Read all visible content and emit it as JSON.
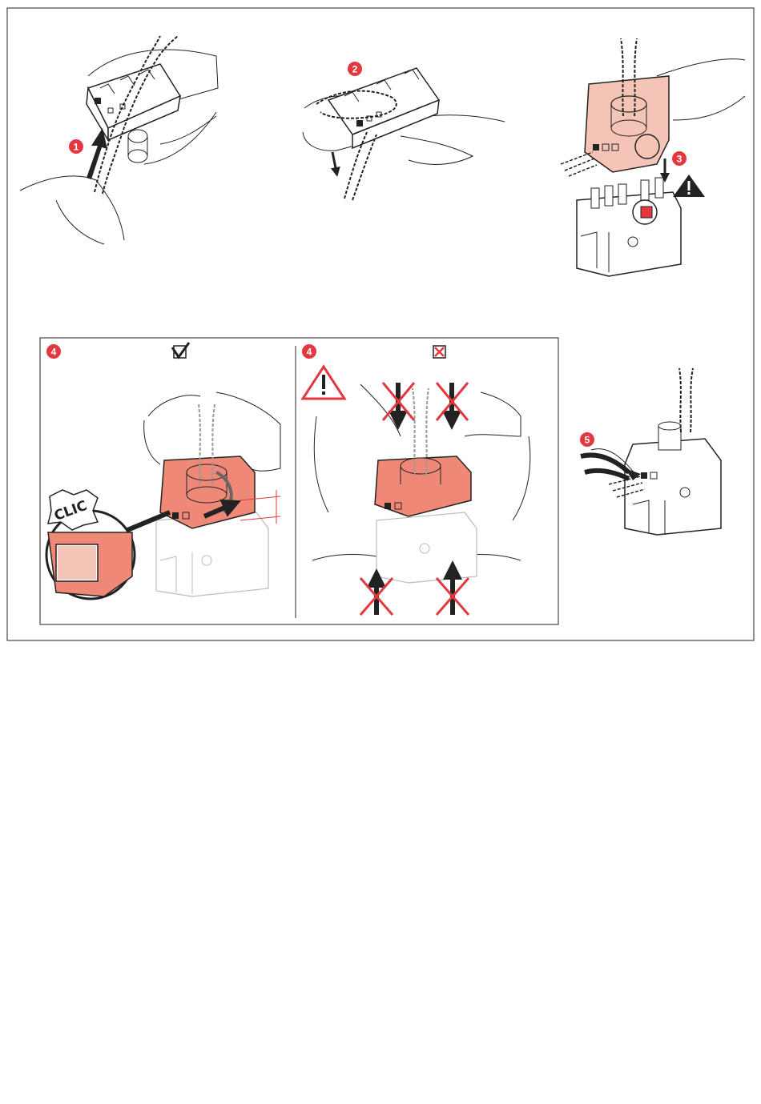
{
  "colors": {
    "accent_red": "#e2383f",
    "part_fill": "#f08878",
    "part_fill_light": "#f4c4b6",
    "line": "#222222",
    "ghost_line": "#bbbbbb"
  },
  "steps": [
    {
      "number": "1"
    },
    {
      "number": "2"
    },
    {
      "number": "3"
    },
    {
      "number": "4"
    },
    {
      "number": "4"
    },
    {
      "number": "5"
    }
  ],
  "step4_ok": {
    "verdict_icon": "check-box-icon",
    "callout_text": "CLIC"
  },
  "step4_wrong": {
    "verdict_icon": "crossed-box-icon",
    "warning_icon": "warning-triangle-icon"
  },
  "step3": {
    "warning_icon": "warning-triangle-icon"
  }
}
